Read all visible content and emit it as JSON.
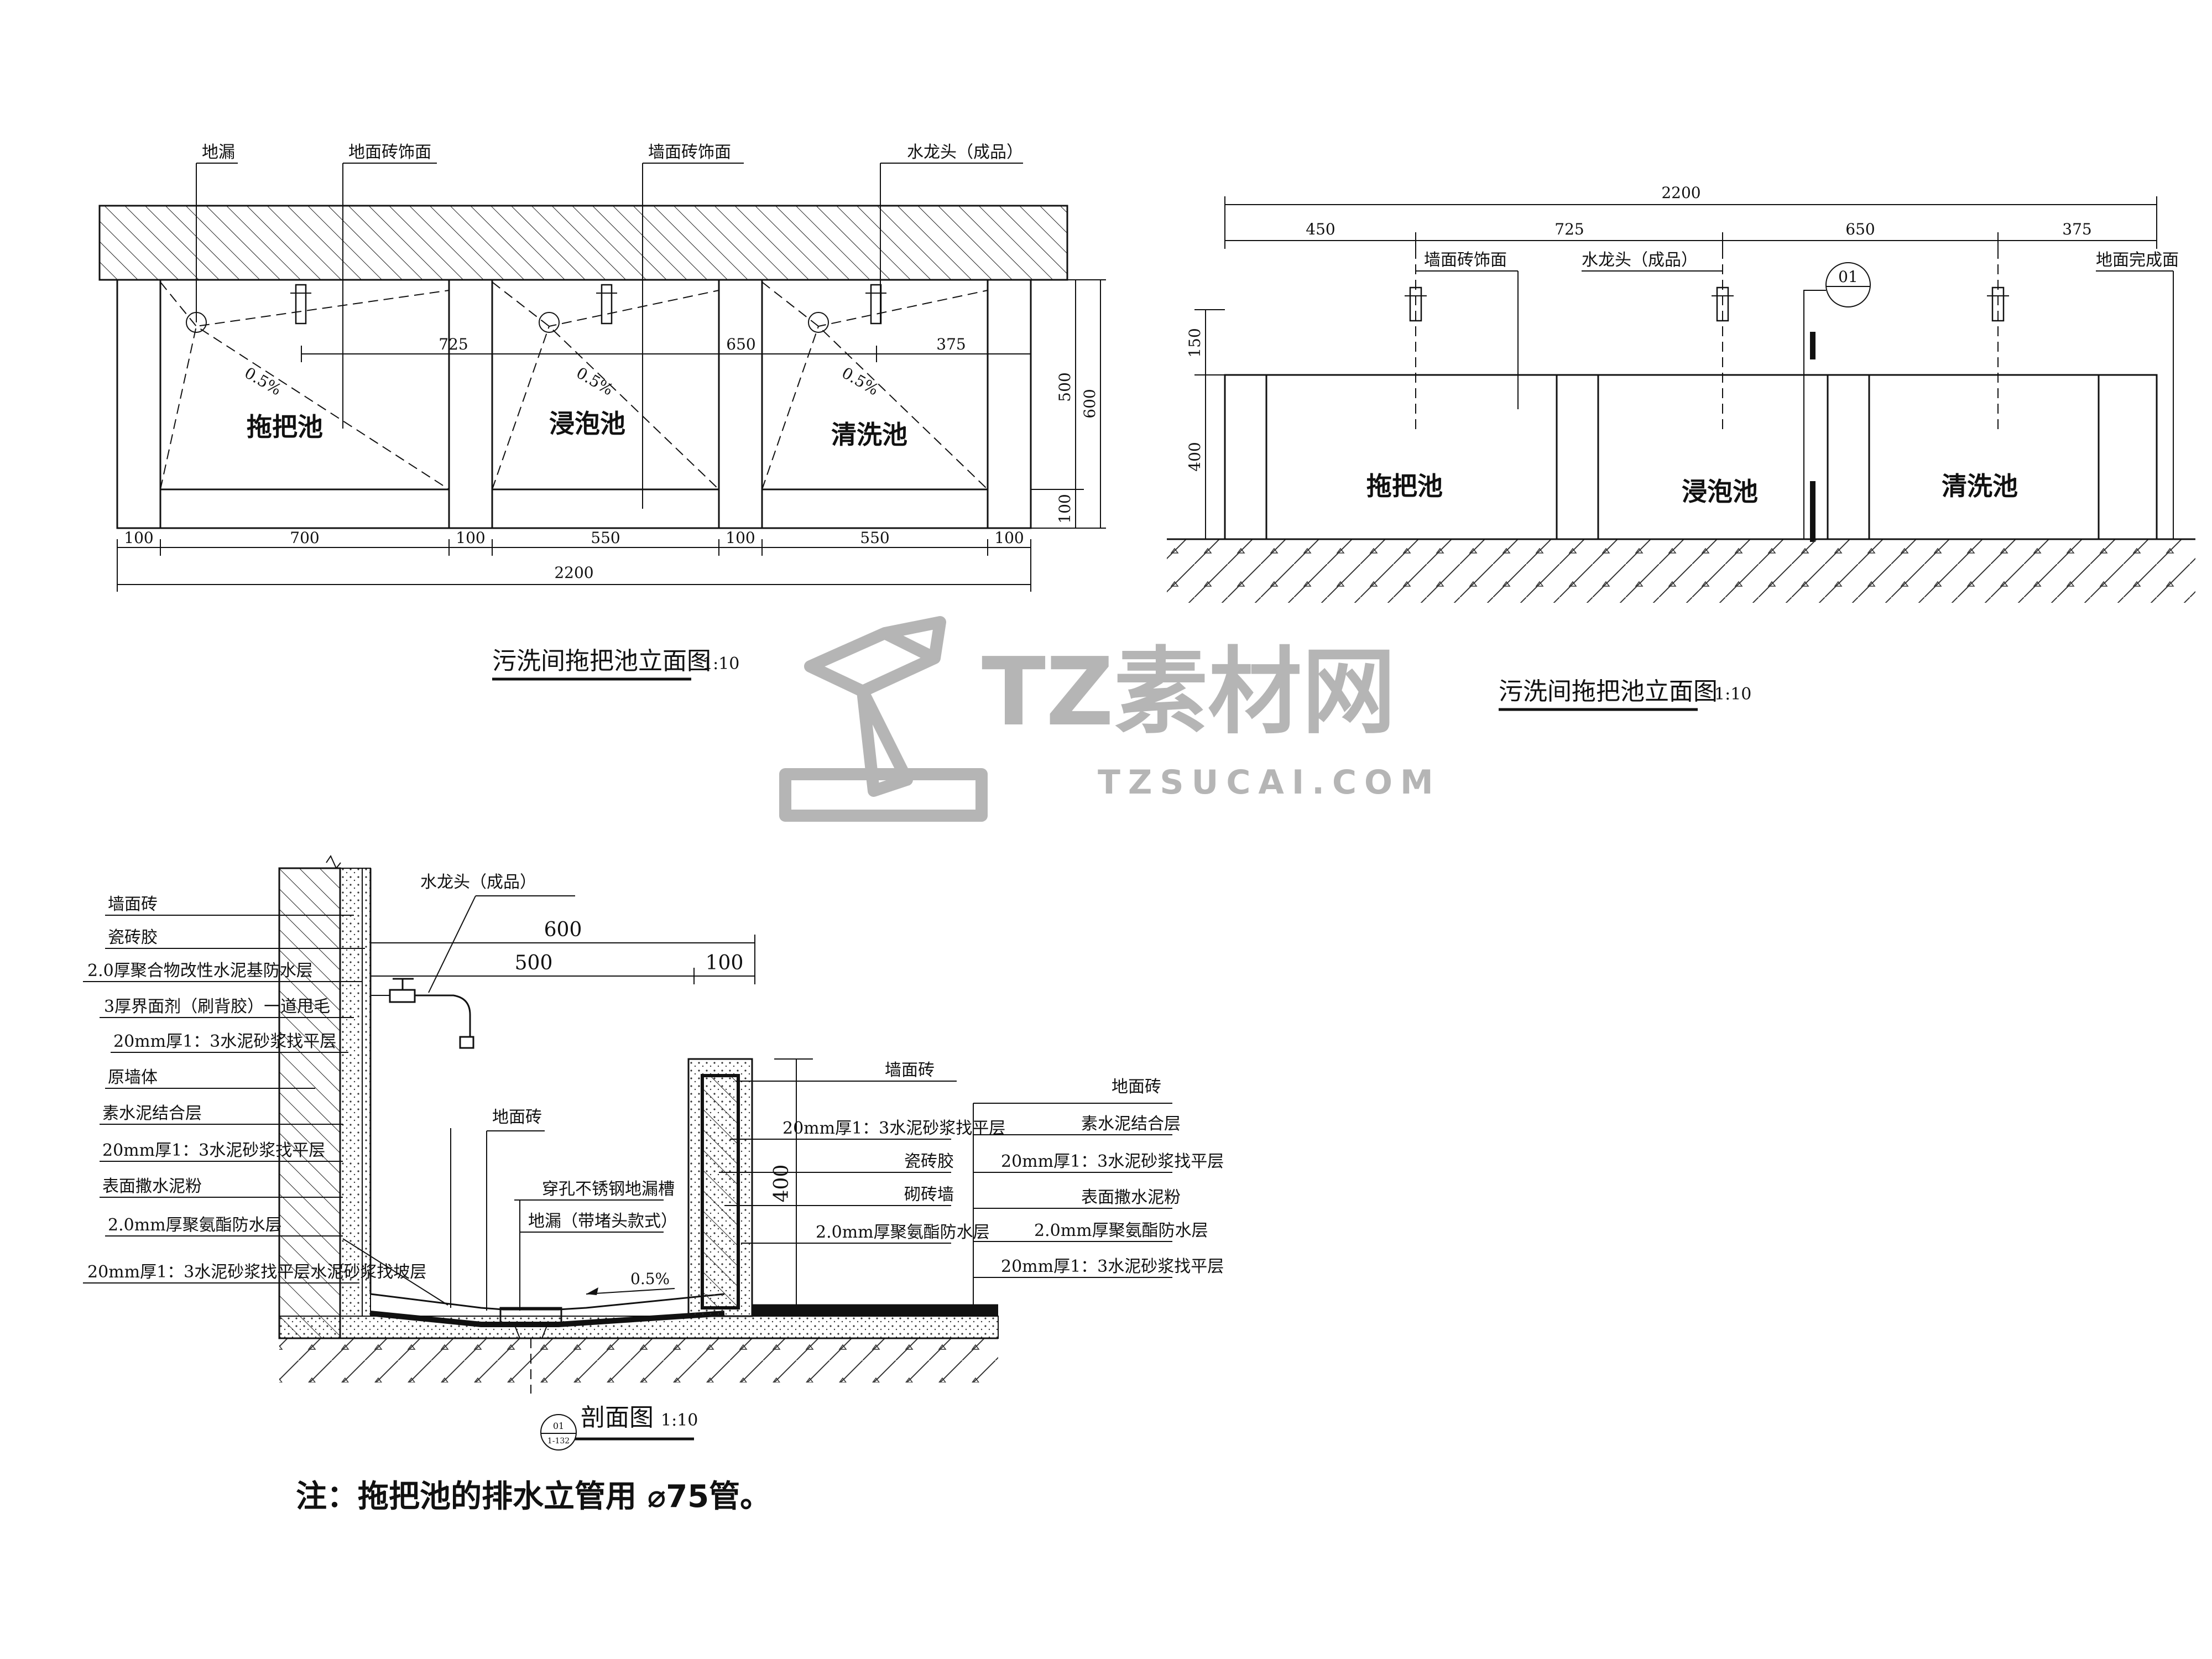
{
  "elev1": {
    "callouts": [
      "地漏",
      "地面砖饰面",
      "墙面砖饰面",
      "水龙头（成品）"
    ],
    "pools": [
      "拖把池",
      "浸泡池",
      "清洗池"
    ],
    "slopes": [
      "0.5%",
      "0.5%",
      "0.5%"
    ],
    "inner_dims": [
      "725",
      "650",
      "375"
    ],
    "bottom_dims": [
      "100",
      "700",
      "100",
      "550",
      "100",
      "550",
      "100"
    ],
    "total": "2200",
    "right_dims": [
      "500",
      "600",
      "100"
    ],
    "title": "污洗间拖把池立面图",
    "scale": "1:10"
  },
  "elev2": {
    "total": "2200",
    "top_dims": [
      "450",
      "725",
      "650",
      "375"
    ],
    "callouts": [
      "墙面砖饰面",
      "水龙头（成品）",
      "地面完成面"
    ],
    "ref_mark": "01",
    "pools": [
      "拖把池",
      "浸泡池",
      "清洗池"
    ],
    "left_dims": [
      "150",
      "400"
    ],
    "title": "污洗间拖把池立面图",
    "scale": "1:10"
  },
  "section": {
    "tap_label": "水龙头（成品）",
    "dims": [
      "600",
      "500",
      "100",
      "400"
    ],
    "left_layers": [
      "墙面砖",
      "瓷砖胶",
      "2.0厚聚合物改性水泥基防水层",
      "3厚界面剂（刷背胶）一道甩毛",
      "20mm厚1：3水泥砂浆找平层",
      "原墙体",
      "素水泥结合层",
      "20mm厚1：3水泥砂浆找平层",
      "表面撒水泥粉",
      "2.0mm厚聚氨酯防水层",
      "20mm厚1：3水泥砂浆找平层水泥砂浆找坡层"
    ],
    "floor_label": "地面砖",
    "drain_labels": [
      "穿孔不锈钢地漏槽",
      "地漏（带堵头款式）"
    ],
    "slope": "0.5%",
    "mid_layers": [
      "墙面砖",
      "20mm厚1：3水泥砂浆找平层",
      "瓷砖胶",
      "砌砖墙",
      "2.0mm厚聚氨酯防水层"
    ],
    "right_layers": [
      "地面砖",
      "素水泥结合层",
      "20mm厚1：3水泥砂浆找平层",
      "表面撒水泥粉",
      "2.0mm厚聚氨酯防水层",
      "20mm厚1：3水泥砂浆找平层"
    ],
    "title": "剖面图",
    "scale": "1:10",
    "ref_top": "01",
    "ref_bottom": "1-132"
  },
  "note": "注：拖把池的排水立管用 ⌀75管。",
  "watermark": {
    "name": "TZ素材网",
    "url": "TZSUCAI.COM"
  }
}
